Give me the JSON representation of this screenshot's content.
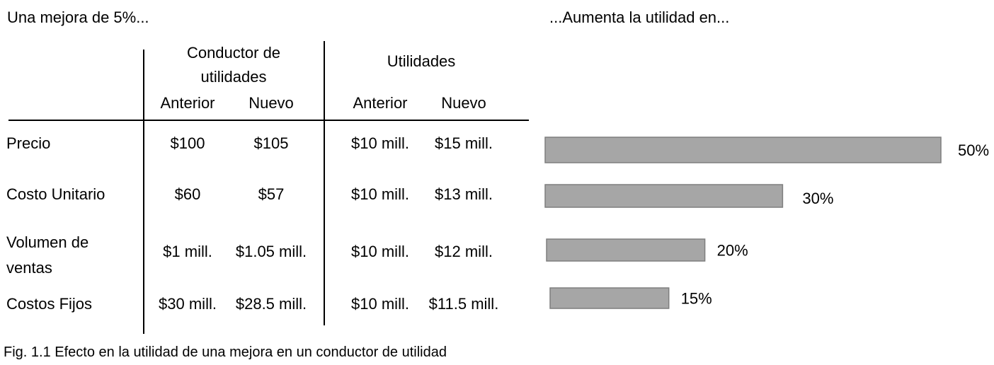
{
  "headers": {
    "left_intro": "Una mejora de 5%...",
    "right_intro": "...Aumenta la utilidad en...",
    "group_driver_line1": "Conductor de",
    "group_driver_line2": "utilidades",
    "group_profit": "Utilidades",
    "col_prev": "Anterior",
    "col_new": "Nuevo"
  },
  "rows": [
    {
      "label_line1": "Precio",
      "label_line2": "",
      "driver_prev": "$100",
      "driver_new": "$105",
      "profit_prev": "$10 mill.",
      "profit_new": "$15 mill."
    },
    {
      "label_line1": "Costo Unitario",
      "label_line2": "",
      "driver_prev": "$60",
      "driver_new": "$57",
      "profit_prev": "$10 mill.",
      "profit_new": "$13 mill."
    },
    {
      "label_line1": "Volumen de",
      "label_line2": "ventas",
      "driver_prev": "$1 mill.",
      "driver_new": "$1.05 mill.",
      "profit_prev": "$10 mill.",
      "profit_new": "$12 mill."
    },
    {
      "label_line1": "Costos Fijos",
      "label_line2": "",
      "driver_prev": "$30 mill.",
      "driver_new": "$28.5 mill.",
      "profit_prev": "$10 mill.",
      "profit_new": "$11.5 mill."
    }
  ],
  "caption": "Fig. 1.1 Efecto en la utilidad de una mejora en un conductor de utilidad",
  "chart_data": {
    "type": "bar",
    "orientation": "horizontal",
    "categories": [
      "Precio",
      "Costo Unitario",
      "Volumen de ventas",
      "Costos Fijos"
    ],
    "values": [
      50,
      30,
      20,
      15
    ],
    "value_labels": [
      "50%",
      "30%",
      "20%",
      "15%"
    ],
    "unit": "%",
    "bar_color": "#a6a6a6",
    "bar_stroke": "#7f7f7f"
  }
}
